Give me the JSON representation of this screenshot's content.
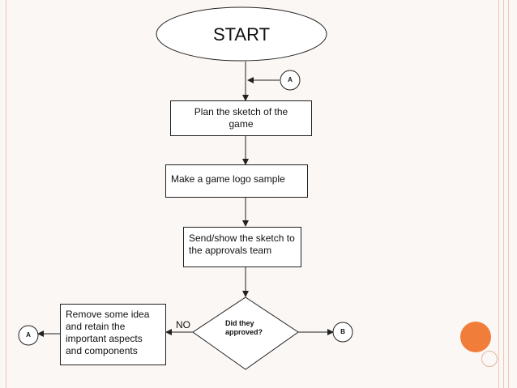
{
  "flowchart": {
    "start_label": "START",
    "steps": {
      "plan_sketch": "Plan the sketch of the game",
      "logo_sample": "Make a game logo sample",
      "send_sketch": "Send/show the sketch to the approvals team",
      "remove_ideas": "Remove some idea and retain the important aspects and components"
    },
    "decision": {
      "question": "Did they approved?",
      "no_label": "NO"
    },
    "connectors": {
      "top_a": "A",
      "left_a": "A",
      "right_b": "B"
    }
  },
  "colors": {
    "frame_line": "#efc5b5",
    "accent_orange": "#f07d3a"
  }
}
